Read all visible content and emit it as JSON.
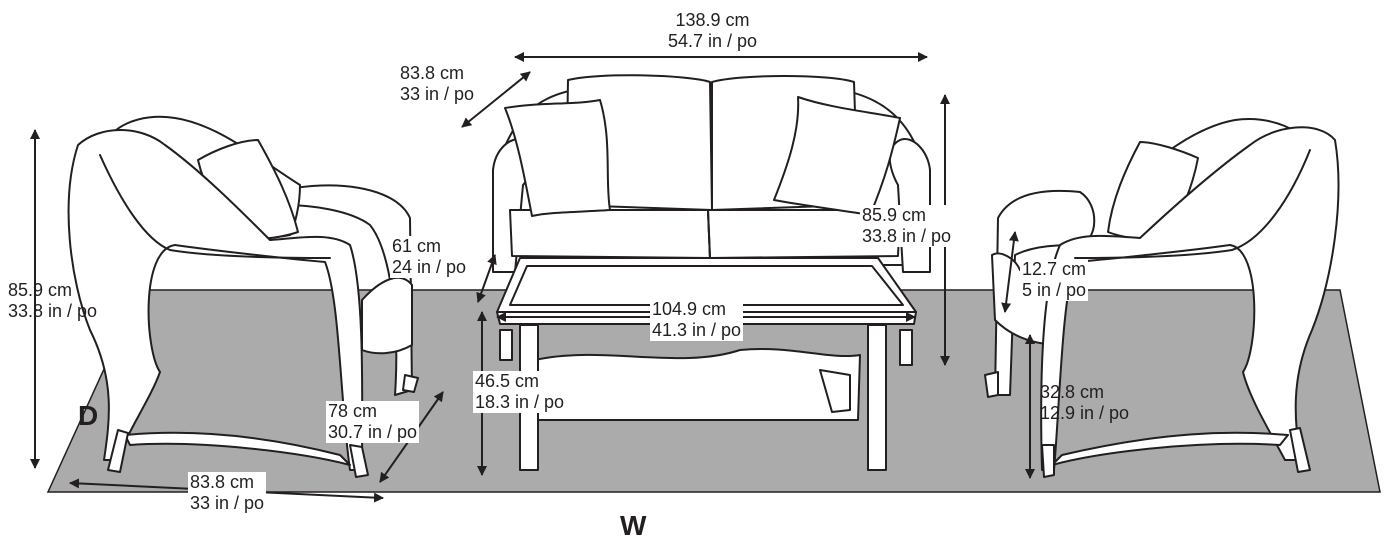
{
  "axis_labels": {
    "depth": "D",
    "width": "W"
  },
  "dimensions": {
    "sofa_width": {
      "cm": "138.9 cm",
      "in": "54.7 in / po"
    },
    "sofa_depth": {
      "cm": "83.8 cm",
      "in": "33 in / po"
    },
    "sofa_height": {
      "cm": "85.9 cm",
      "in": "33.8 in / po"
    },
    "chair_height": {
      "cm": "85.9 cm",
      "in": "33.8 in / po"
    },
    "chair_arm_height": {
      "cm": "61 cm",
      "in": "24 in / po"
    },
    "chair_depth": {
      "cm": "78 cm",
      "in": "30.7 in / po"
    },
    "chair_width": {
      "cm": "83.8 cm",
      "in": "33 in / po"
    },
    "table_width": {
      "cm": "104.9 cm",
      "in": "41.3 in / po"
    },
    "table_height": {
      "cm": "46.5 cm",
      "in": "18.3 in / po"
    },
    "cushion_thickness": {
      "cm": "12.7 cm",
      "in": "5 in / po"
    },
    "seat_height": {
      "cm": "32.8 cm",
      "in": "12.9 in / po"
    }
  },
  "colors": {
    "rug": "#ababab",
    "line": "#231f20",
    "cushion": "#ffffff"
  }
}
